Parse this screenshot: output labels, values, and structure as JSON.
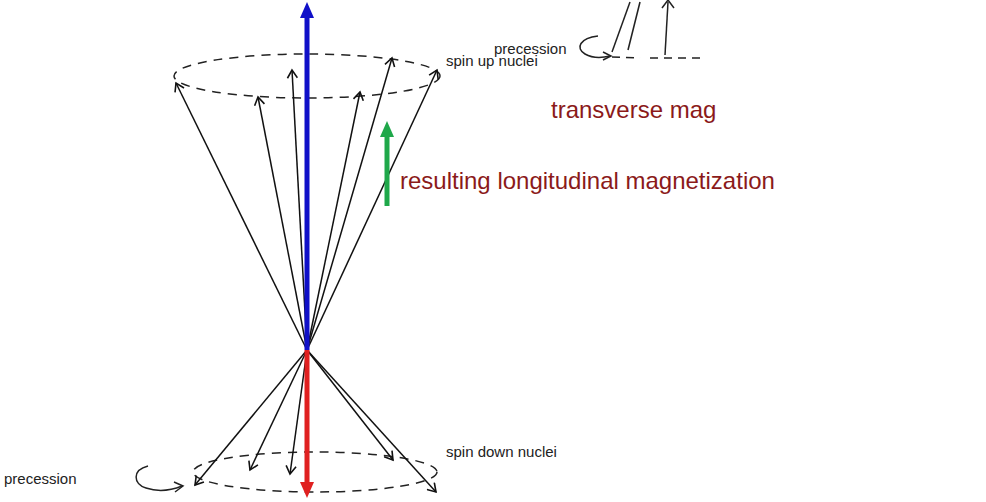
{
  "diagram": {
    "labels": [
      "precession",
      "spin up nuclei",
      "transverse mag",
      "resulting longitudinal magnetization",
      "spin down nuclei",
      "precession"
    ]
  }
}
